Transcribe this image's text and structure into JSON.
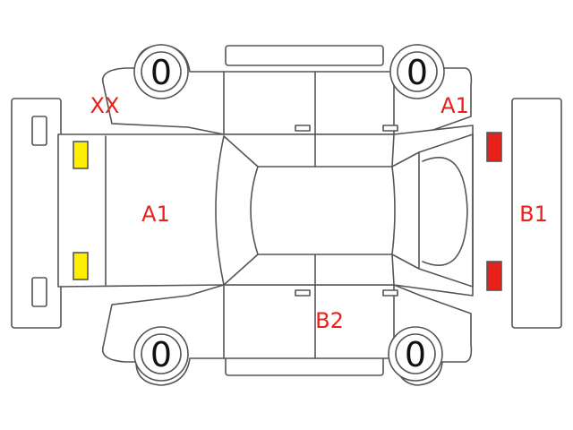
{
  "tread_readings": {
    "front_left": "0",
    "front_right": "0",
    "rear_left": "0",
    "rear_right": "0"
  },
  "damage_marks": {
    "front_left_corner": "XX",
    "front_right_fender": "A1",
    "hood": "A1",
    "rear_bumper": "B1",
    "rear_left_door": "B2"
  },
  "colors": {
    "mark_text": "#e8221b",
    "headlight_fill": "#ffee00",
    "taillight_fill": "#e8221b",
    "outline": "#555555"
  }
}
